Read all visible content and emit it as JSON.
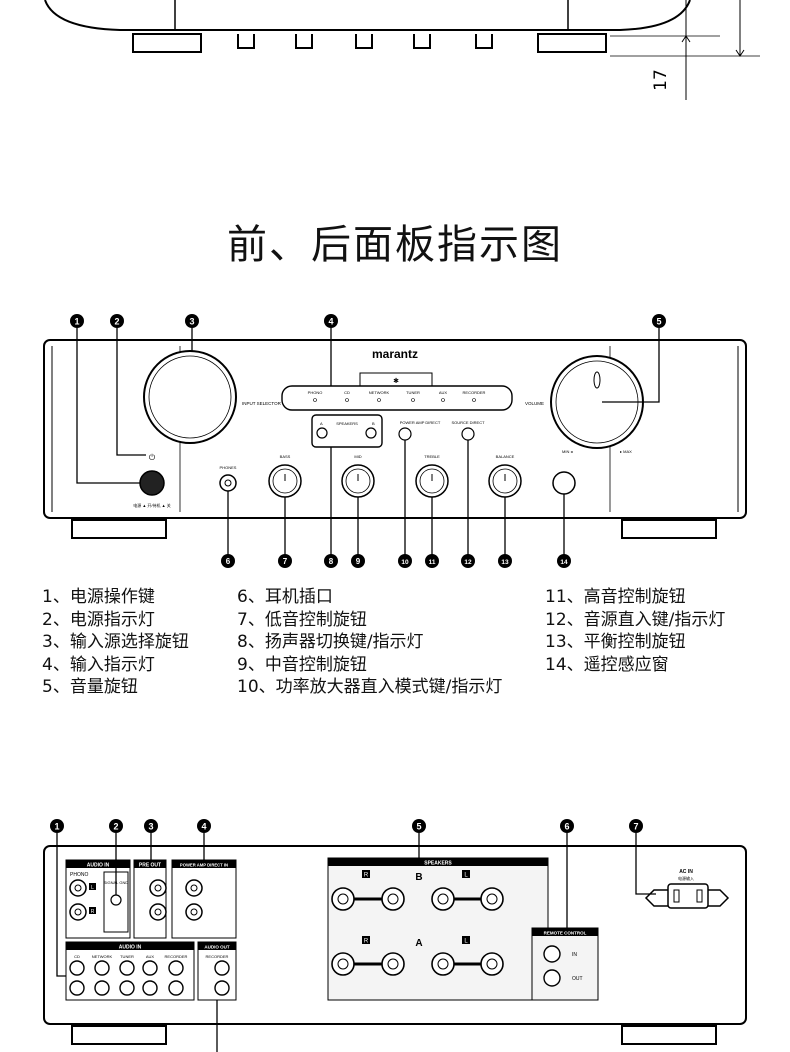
{
  "title": "前、后面板指示图",
  "dimension_label": "17",
  "brand": "marantz",
  "front_panel": {
    "input_selector_label": "INPUT SELECTOR",
    "volume_label": "VOLUME",
    "volume_min": "MIN ◂",
    "volume_max": "▸ MAX",
    "inputs": [
      "PHONO",
      "CD",
      "NETWORK",
      "TUNER",
      "AUX",
      "RECORDER"
    ],
    "speakers_label": "SPEAKERS",
    "speakers_a": "A",
    "speakers_b": "B",
    "power_amp_direct": "POWER AMP DIRECT",
    "source_direct": "SOURCE DIRECT",
    "phones": "PHONES",
    "knobs": [
      "BASS",
      "MID",
      "TREBLE",
      "BALANCE"
    ],
    "power_caption": "电源 ▲ 开/待机 ▲ 关",
    "callouts_top": [
      "1",
      "2",
      "3",
      "4",
      "5"
    ],
    "callouts_bottom": [
      "6",
      "7",
      "8",
      "9",
      "10",
      "11",
      "12",
      "13",
      "14"
    ]
  },
  "legend": {
    "col1": [
      "1、电源操作键",
      "2、电源指示灯",
      "3、输入源选择旋钮",
      "4、输入指示灯",
      "5、音量旋钮"
    ],
    "col2": [
      "6、耳机插口",
      "7、低音控制旋钮",
      "8、扬声器切换键/指示灯",
      "9、中音控制旋钮",
      "10、功率放大器直入模式键/指示灯"
    ],
    "col3": [
      "11、高音控制旋钮",
      "12、音源直入键/指示灯",
      "13、平衡控制旋钮",
      "14、遥控感应窗"
    ]
  },
  "rear_panel": {
    "callouts": [
      "1",
      "2",
      "3",
      "4",
      "5",
      "6",
      "7"
    ],
    "audio_in_top": "AUDIO IN",
    "phono": "PHONO",
    "signal_gnd": "SIGNAL GND",
    "pre_out": "PRE OUT",
    "power_amp_direct_in": "POWER AMP DIRECT IN",
    "audio_in_bottom": "AUDIO IN",
    "audio_in_inputs": [
      "CD",
      "NETWORK",
      "TUNER",
      "AUX",
      "RECORDER"
    ],
    "audio_out": "AUDIO OUT",
    "audio_out_recorder": "RECORDER",
    "speakers": "SPEAKERS",
    "speaker_b": "B",
    "speaker_a": "A",
    "channel_l": "L",
    "channel_r": "R",
    "remote_control": "REMOTE CONTROL",
    "remote_in": "IN",
    "remote_out": "OUT",
    "ac_in": "AC IN",
    "ac_in_sub": "电源输入"
  }
}
